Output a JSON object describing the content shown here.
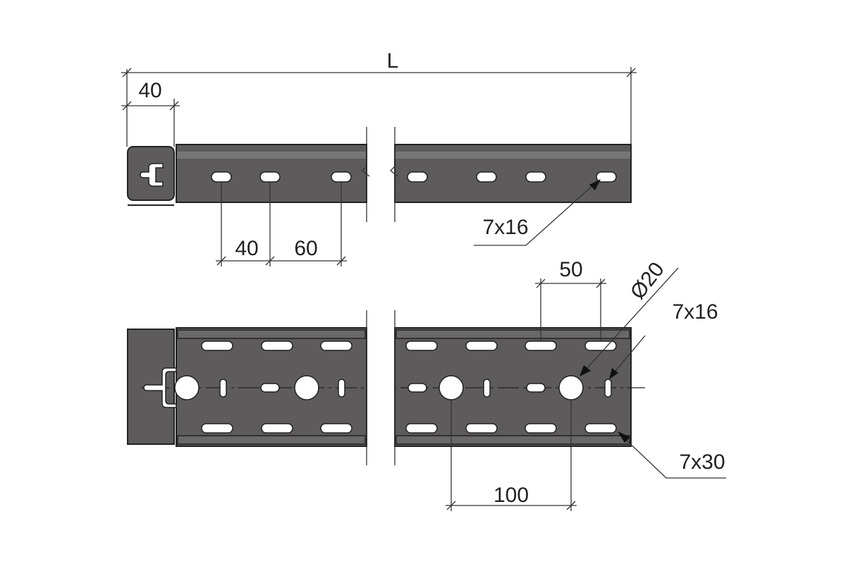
{
  "title": "Cable tray drawing with perforation dimensions",
  "labels": {
    "length": "L",
    "end_offset": "40",
    "slot_pitch_1": "40",
    "slot_pitch_2": "60",
    "top_slot_size": "7x16",
    "side_slot_pitch": "50",
    "round_hole": "Ø20",
    "center_slot_size": "7x16",
    "side_slot_size": "7x30",
    "round_hole_pitch": "100"
  },
  "colors": {
    "metal": "#5d5b5c",
    "line": "#222222"
  }
}
